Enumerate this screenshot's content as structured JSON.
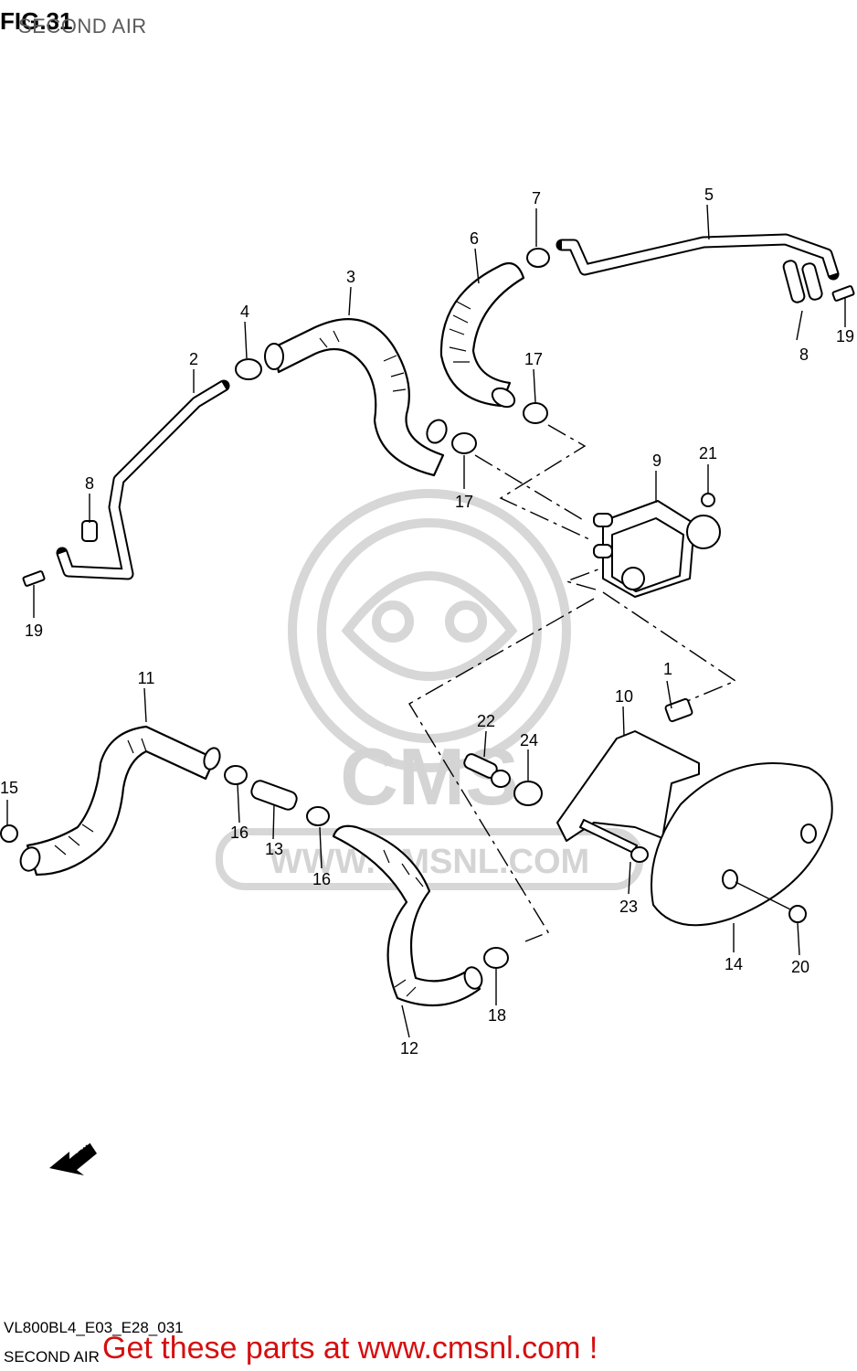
{
  "header": {
    "figure": "FIG.31",
    "subtitle": "SECOND AIR"
  },
  "footer": {
    "code": "VL800BL4_E03_E28_031",
    "subtitle": "SECOND AIR",
    "promo": "Get these parts at www.cmsnl.com !"
  },
  "watermark": {
    "text": "CMS",
    "url_text": "WWW.CMSNL.COM"
  },
  "direction_marker": "FWD",
  "callouts": [
    {
      "id": "c1",
      "label": "1"
    },
    {
      "id": "c2",
      "label": "2"
    },
    {
      "id": "c3",
      "label": "3"
    },
    {
      "id": "c4",
      "label": "4"
    },
    {
      "id": "c5",
      "label": "5"
    },
    {
      "id": "c6",
      "label": "6"
    },
    {
      "id": "c7",
      "label": "7"
    },
    {
      "id": "c8a",
      "label": "8"
    },
    {
      "id": "c8b",
      "label": "8"
    },
    {
      "id": "c9",
      "label": "9"
    },
    {
      "id": "c10",
      "label": "10"
    },
    {
      "id": "c11",
      "label": "11"
    },
    {
      "id": "c12",
      "label": "12"
    },
    {
      "id": "c13",
      "label": "13"
    },
    {
      "id": "c14",
      "label": "14"
    },
    {
      "id": "c15",
      "label": "15"
    },
    {
      "id": "c16a",
      "label": "16"
    },
    {
      "id": "c16b",
      "label": "16"
    },
    {
      "id": "c17a",
      "label": "17"
    },
    {
      "id": "c17b",
      "label": "17"
    },
    {
      "id": "c18",
      "label": "18"
    },
    {
      "id": "c19a",
      "label": "19"
    },
    {
      "id": "c19b",
      "label": "19"
    },
    {
      "id": "c20",
      "label": "20"
    },
    {
      "id": "c21",
      "label": "21"
    },
    {
      "id": "c22",
      "label": "22"
    },
    {
      "id": "c23",
      "label": "23"
    },
    {
      "id": "c24",
      "label": "24"
    }
  ]
}
